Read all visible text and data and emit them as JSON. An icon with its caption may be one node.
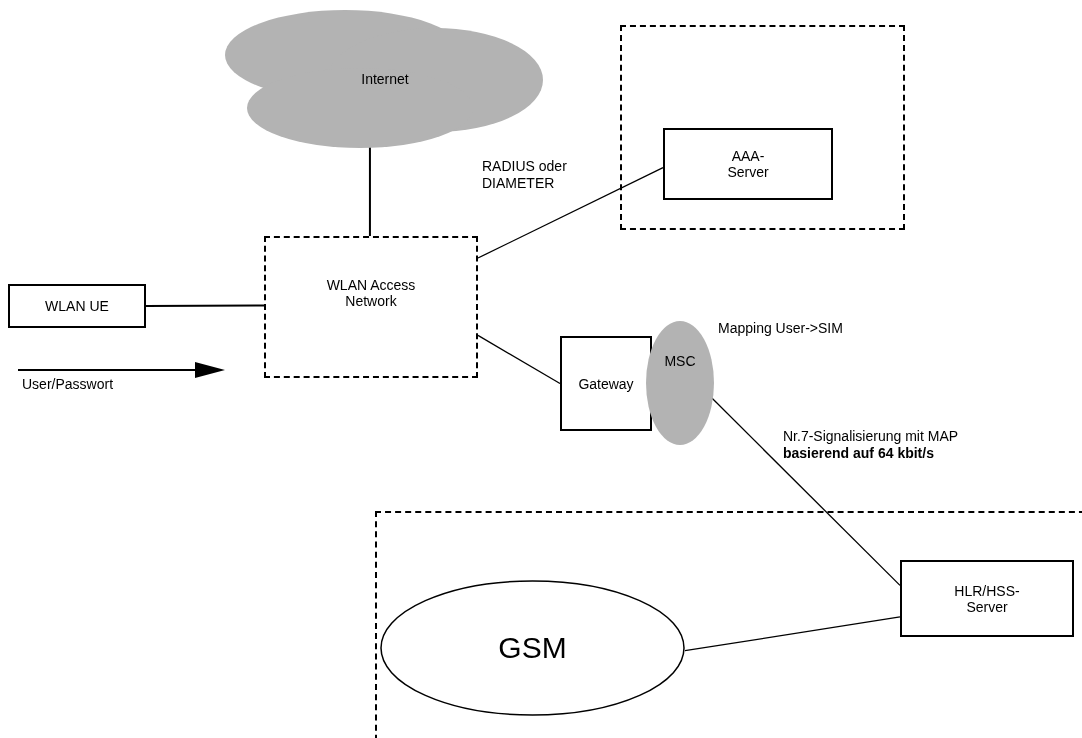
{
  "diagram": {
    "nodes": [
      {
        "text": [
          "Internet"
        ]
      },
      {
        "text": [],
        "shape": "box"
      },
      {
        "text": [
          "AAA- Server"
        ],
        "in": 1
      },
      {
        "text": [
          "WLAN UE"
        ]
      },
      {
        "text": [
          "WLAN Access Network"
        ]
      },
      {
        "text": [
          "Gateway"
        ]
      },
      {
        "text": [
          "MSC"
        ],
        "beside": [
          "Mapping User->SIM"
        ]
      },
      {
        "text": [],
        "shape": "box"
      },
      {
        "text": [
          "GSM"
        ],
        "in": 7
      },
      {
        "text": [
          "HLR/HSS- Server"
        ],
        "in": 7
      }
    ],
    "edges": [
      {
        "from": 0,
        "to": 4,
        "arrow": "none"
      },
      {
        "from": 3,
        "to": 4,
        "arrow": "none"
      },
      {
        "from": 4,
        "to": 2,
        "arrow": "none",
        "label": "RADIUS oder DIAMETER"
      },
      {
        "from": 4,
        "to": 5,
        "arrow": "none"
      },
      {
        "from": 6,
        "to": 9,
        "arrow": "none",
        "label": "Nr.7-Signalisierung mit MAP **basierend auf 64 kbit/s**"
      },
      {
        "from": 8,
        "to": 9,
        "arrow": "none"
      }
    ],
    "labels": [
      "User/Passwort"
    ]
  }
}
